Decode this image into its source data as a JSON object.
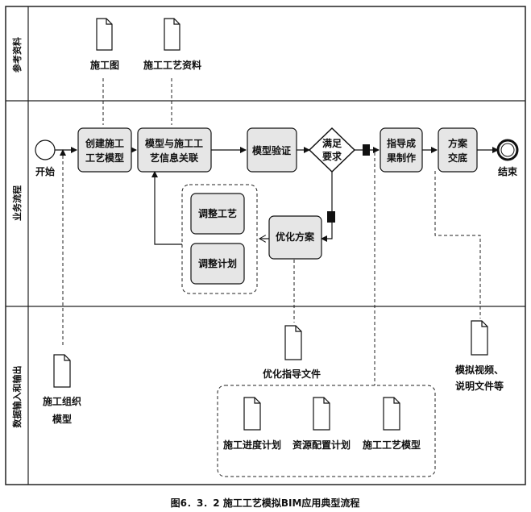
{
  "lanes": {
    "reference": "参考资料",
    "business": "业务流程",
    "data": "数据输入和输出"
  },
  "events": {
    "start": "开始",
    "end": "结束"
  },
  "docs": {
    "construction_drawing": "施工图",
    "process_material": "施工工艺资料",
    "org_model": [
      "施工组织",
      "模型"
    ],
    "guide_file": "优化指导文件",
    "sim_video": [
      "模拟视频、",
      "说明文件等"
    ],
    "schedule_plan": "施工进度计划",
    "resource_plan": "资源配置计划",
    "process_model": "施工工艺模型"
  },
  "tasks": {
    "create_model": [
      "创建施工",
      "工艺模型"
    ],
    "associate": [
      "模型与施工工",
      "艺信息关联"
    ],
    "verify": "模型验证",
    "guide_result": [
      "指导成",
      "果制作"
    ],
    "handover": [
      "方案",
      "交底"
    ],
    "adjust_process": "调整工艺",
    "adjust_plan": "调整计划",
    "optimize": "优化方案"
  },
  "gateway": [
    "满足",
    "要求"
  ],
  "caption": "图6．3．2 施工工艺模拟BIM应用典型流程"
}
